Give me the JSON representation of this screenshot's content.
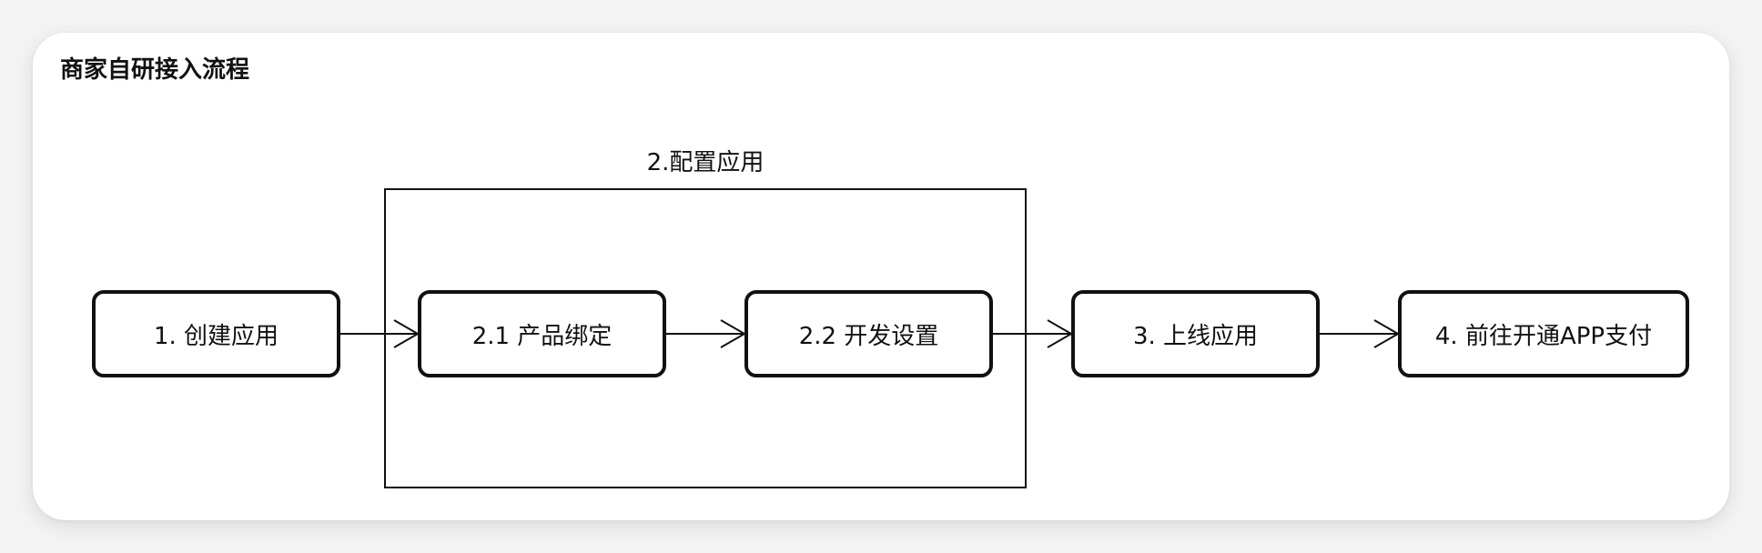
{
  "diagram": {
    "title": "商家自研接入流程",
    "group": {
      "label": "2.配置应用"
    },
    "steps": [
      {
        "label": "1. 创建应用"
      },
      {
        "label": "2.1 产品绑定"
      },
      {
        "label": "2.2 开发设置"
      },
      {
        "label": "3. 上线应用"
      },
      {
        "label": "4. 前往开通APP支付"
      }
    ],
    "edges": [
      {
        "from": "1. 创建应用",
        "to": "2.1 产品绑定"
      },
      {
        "from": "2.1 产品绑定",
        "to": "2.2 开发设置"
      },
      {
        "from": "2.2 开发设置",
        "to": "3. 上线应用"
      },
      {
        "from": "3. 上线应用",
        "to": "4. 前往开通APP支付"
      }
    ]
  }
}
